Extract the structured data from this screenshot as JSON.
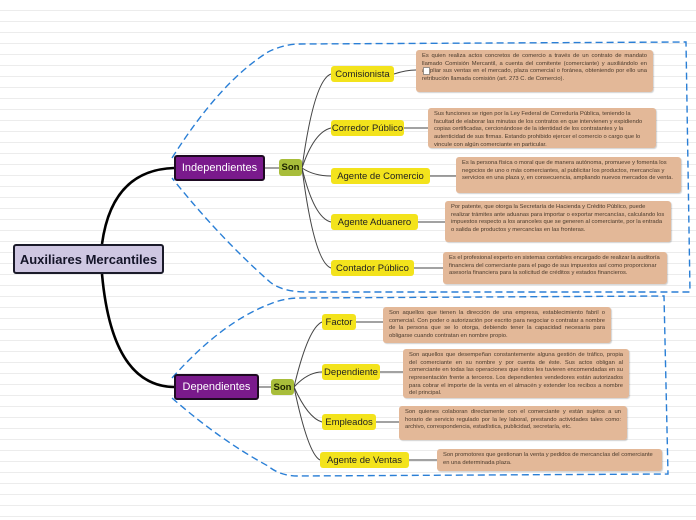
{
  "root": {
    "label": "Auxiliares Mercantiles"
  },
  "categories": [
    {
      "label": "Independientes",
      "connector": "Son",
      "items": [
        {
          "label": "Comisionista",
          "description": "Es quien realiza actos concretos de comercio a través de un contrato de mandato llamado Comisión Mercantil, a cuenta del comitente (comerciante) y auxiliándolo en ampliar sus ventas en el mercado, plaza comercial o foránea, obteniendo por ello una retribución llamada comisión (art. 273 C. de Comercio)."
        },
        {
          "label": "Corredor Público",
          "description": "Sus funciones se rigen por la Ley Federal de Correduría Pública, teniendo la facultad de elaborar las minutas de los contratos en que intervienen y expidiendo copias certificadas, cercionándose de la identidad de los contratantes y la autenticidad de sus firmas. Estando prohibido ejercer el comercio o cargo que lo vincule con algún comerciante en particular."
        },
        {
          "label": "Agente de Comercio",
          "description": "Es la persona física o moral que de manera autónoma, promueve y fomenta los negocios de uno o más comerciantes, al publicitar los productos, mercancías y servicios en una plaza y, en consecuencia, ampliando nuevos mercados de venta."
        },
        {
          "label": "Agente Aduanero",
          "description": "Por patente, que otorga la Secretaría de Hacienda y Crédito Público, puede realizar trámites ante aduanas para importar o exportar mercancías, calculando los impuestos respecto a los aranceles que se generen al comerciante, por la entrada o salida de productos y mercancías en las fronteras."
        },
        {
          "label": "Contador Público",
          "description": "Es el profesional experto en sistemas contables encargado de realizar la auditoría financiera del comerciante para el pago de sus impuestos así como proporcionar asesoría financiera para la solicitud de créditos y estados financieros."
        }
      ]
    },
    {
      "label": "Dependientes",
      "connector": "Son",
      "items": [
        {
          "label": "Factor",
          "description": "Son aquellos que tienen la dirección de una empresa, establecimiento fabril o comercial. Con poder o autorización por escrito para negociar o contratar a nombre de la persona que se lo otorga, debiendo tener la capacidad necesaria para obligarse cuando contratan en nombre propio."
        },
        {
          "label": "Dependiente",
          "description": "Son aquellos que desempeñan constantemente alguna gestión de tráfico, propia del comerciante en su nombre y por cuenta de éste. Sus actos obligan al comerciante en todas las operaciones que éstos les tuvieren encomendadas en su representación frente a terceros. Los dependientes vendedores están autorizados para cobrar el importe de la venta en el almacén y extender los recibos a nombre del principal."
        },
        {
          "label": "Empleados",
          "description": "Son quienes colaboran directamente con el comerciante y están sujetos a un horario de servicio regulado por la ley laboral, prestando actividades tales como: archivo, correspondencia, estadística, publicidad, secretaría, etc."
        },
        {
          "label": "Agente de Ventas",
          "description": "Son promotores que gestionan la venta y pedidos de mercancías del comerciante en una determinada plaza."
        }
      ]
    }
  ],
  "colors": {
    "root_fill": "#cfc7e2",
    "category_fill": "#7a1a8c",
    "connector_fill": "#a8bd3a",
    "item_fill": "#f3e31c",
    "description_fill": "#e3b898",
    "boundary_stroke": "#2a7fd6"
  }
}
